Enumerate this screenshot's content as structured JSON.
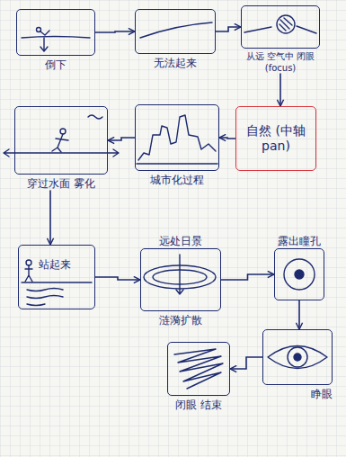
{
  "diagram": {
    "nodes": [
      {
        "text": [
          "倒下"
        ]
      },
      {
        "text": [
          "无法起来"
        ]
      },
      {
        "text": [
          "从远 空气中 闭眼 (focus)"
        ]
      },
      {
        "text": [
          "自然 (中轴 pan)"
        ]
      },
      {
        "text": [
          "城市化过程"
        ]
      },
      {
        "text": [
          "穿过水面 雾化"
        ]
      },
      {
        "text": [
          "站起来"
        ]
      },
      {
        "text": [
          "远处日景",
          "涟漪扩散"
        ]
      },
      {
        "text": [
          "露出瞳孔"
        ]
      },
      {
        "text": [
          "睁眼"
        ]
      },
      {
        "text": [
          "闭眼 结束"
        ]
      }
    ],
    "edges": [
      {
        "from": 0,
        "to": 1,
        "arrow": "to"
      },
      {
        "from": 1,
        "to": 2,
        "arrow": "to"
      },
      {
        "from": 2,
        "to": 3,
        "arrow": "to"
      },
      {
        "from": 3,
        "to": 4,
        "arrow": "to"
      },
      {
        "from": 4,
        "to": 5,
        "arrow": "to"
      },
      {
        "from": 5,
        "to": 6,
        "arrow": "to"
      },
      {
        "from": 6,
        "to": 7,
        "arrow": "to"
      },
      {
        "from": 7,
        "to": 8,
        "arrow": "to"
      },
      {
        "from": 8,
        "to": 9,
        "arrow": "to"
      },
      {
        "from": 9,
        "to": 10,
        "arrow": "to"
      }
    ]
  }
}
